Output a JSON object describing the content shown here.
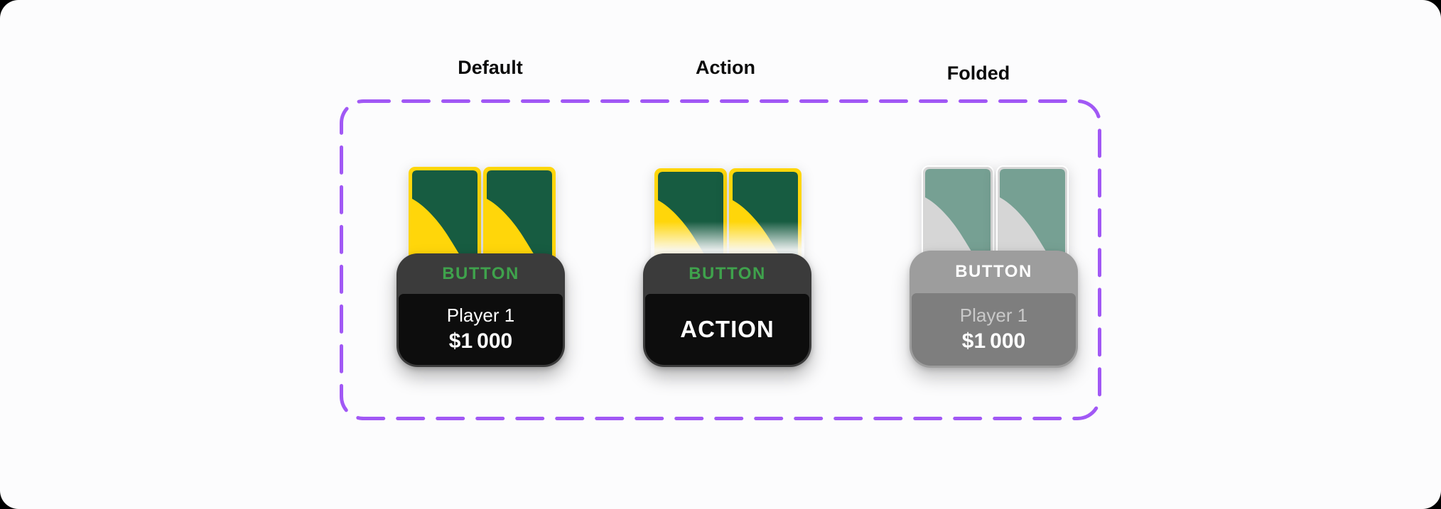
{
  "headers": {
    "default": "Default",
    "action": "Action",
    "folded": "Folded"
  },
  "colors": {
    "page_background": "#000000",
    "surface": "#FCFCFD",
    "frame_accent": "#A158F5",
    "card_yellow": "#FFD60A",
    "card_green": "#175C41",
    "folded_card_background": "#D6D6D6",
    "folded_card_swoosh": "#76A093",
    "panel_top_dark": "#3B3B3B",
    "panel_body_black": "#0D0D0D",
    "folded_panel_top": "#9D9D9D",
    "folded_panel_body": "#7E7E7E",
    "badge_green": "#3FA24C",
    "text_white": "#FFFFFF",
    "folded_player_text": "#C9C9C9"
  },
  "components": {
    "default": {
      "state": "Default",
      "badge": "BUTTON",
      "player_name": "Player 1",
      "stack": "$1 000"
    },
    "action": {
      "state": "Action",
      "badge": "BUTTON",
      "action_label": "ACTION"
    },
    "folded": {
      "state": "Folded",
      "badge": "BUTTON",
      "player_name": "Player 1",
      "stack": "$1 000"
    }
  }
}
